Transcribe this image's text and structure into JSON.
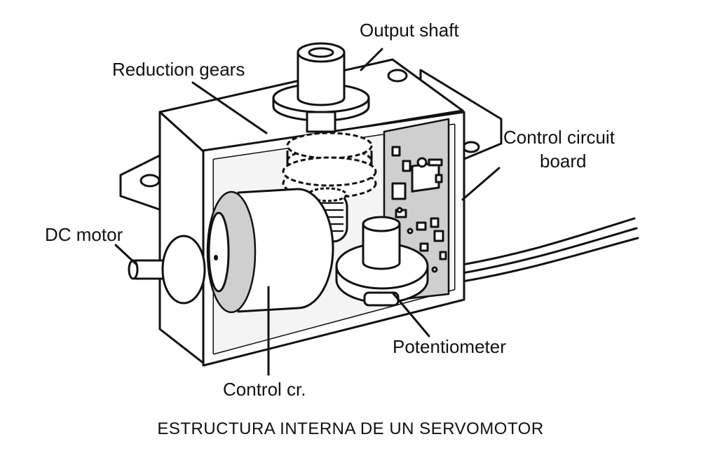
{
  "labels": {
    "output_shaft": "Output shaft",
    "reduction_gears": "Reduction gears",
    "control_circuit_board_line1": "Control circuit",
    "control_circuit_board_line2": "board",
    "dc_motor": "DC motor",
    "potentiometer": "Potentiometer",
    "control_cr": "Control cr."
  },
  "caption": "ESTRUCTURA INTERNA DE UN SERVOMOTOR",
  "colors": {
    "line": "#111111",
    "shade": "#cfcfcf",
    "background": "#ffffff"
  }
}
